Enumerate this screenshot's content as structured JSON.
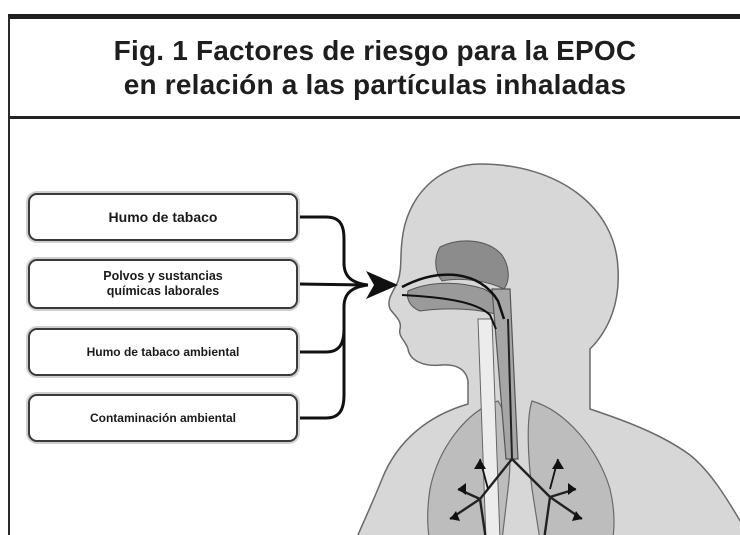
{
  "title": {
    "line1": "Fig. 1 Factores de riesgo para la EPOC",
    "line2": "en relación a las partículas inhaladas"
  },
  "risk_factors": [
    {
      "label": "Humo de tabaco"
    },
    {
      "label_line1": "Polvos y sustancias",
      "label_line2": "químicas laborales"
    },
    {
      "label": "Humo de tabaco ambiental"
    },
    {
      "label": "Contaminación ambiental"
    }
  ],
  "colors": {
    "body_fill": "#d7d7d7",
    "airway_fill": "#8c8c8c",
    "box_border": "#3a3a3a",
    "arrow": "#111111"
  }
}
